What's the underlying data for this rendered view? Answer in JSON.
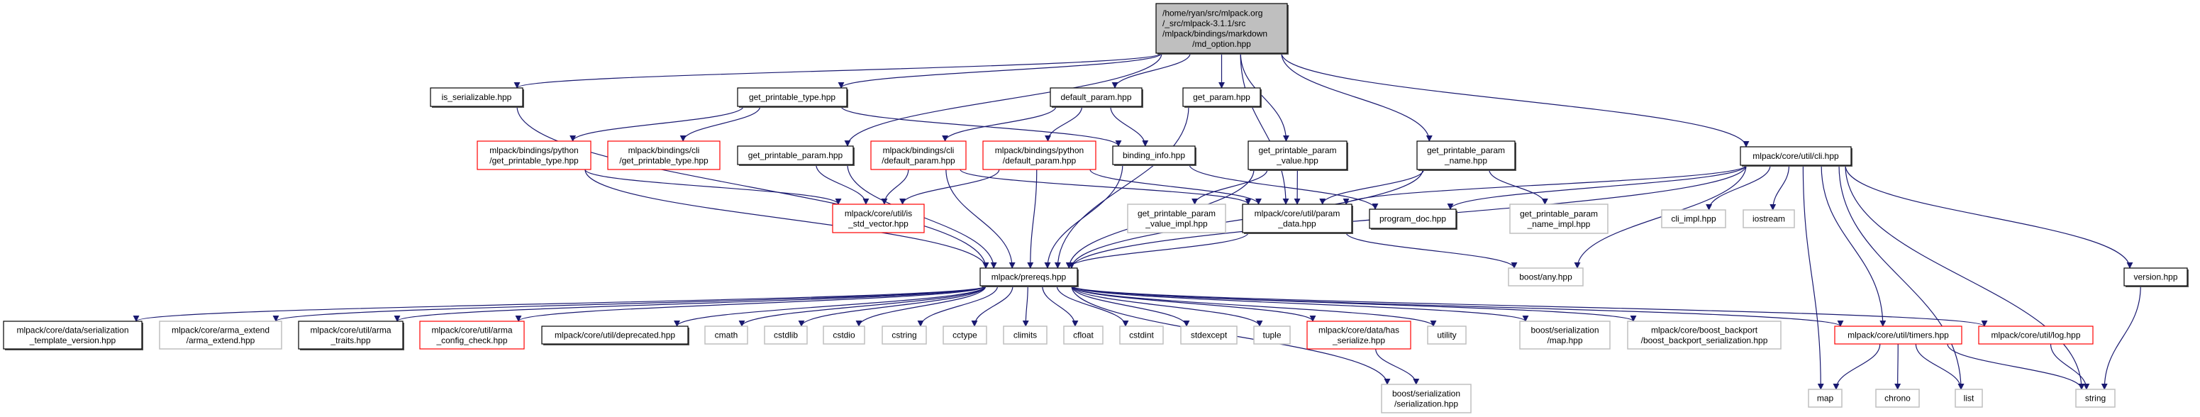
{
  "colors": {
    "edge": "#191970",
    "root_fill": "#bfbfbf",
    "documented_border": "#000000",
    "truncated_border": "#ff0000",
    "external_border": "#bfbfbf",
    "shadow": "#555555"
  },
  "nodes": [
    {
      "id": "main",
      "style": "root",
      "lines": [
        "/home/ryan/src/mlpack.org",
        "/_src/mlpack-3.1.1/src",
        "/mlpack/bindings/markdown",
        "/md_option.hpp"
      ]
    },
    {
      "id": "is_serializable",
      "style": "documented",
      "lines": [
        "is_serializable.hpp"
      ]
    },
    {
      "id": "gpt",
      "style": "documented",
      "lines": [
        "get_printable_type.hpp"
      ]
    },
    {
      "id": "default_param",
      "style": "documented",
      "lines": [
        "default_param.hpp"
      ]
    },
    {
      "id": "get_param",
      "style": "documented",
      "lines": [
        "get_param.hpp"
      ]
    },
    {
      "id": "py_gpt",
      "style": "truncated",
      "lines": [
        "mlpack/bindings/python",
        "/get_printable_type.hpp"
      ]
    },
    {
      "id": "cli_gpt",
      "style": "truncated",
      "lines": [
        "mlpack/bindings/cli",
        "/get_printable_type.hpp"
      ]
    },
    {
      "id": "gpp",
      "style": "documented",
      "lines": [
        "get_printable_param.hpp"
      ]
    },
    {
      "id": "cli_dp",
      "style": "truncated",
      "lines": [
        "mlpack/bindings/cli",
        "/default_param.hpp"
      ]
    },
    {
      "id": "py_dp",
      "style": "truncated",
      "lines": [
        "mlpack/bindings/python",
        "/default_param.hpp"
      ]
    },
    {
      "id": "binding_info",
      "style": "documented",
      "lines": [
        "binding_info.hpp"
      ]
    },
    {
      "id": "gppv",
      "style": "documented",
      "lines": [
        "get_printable_param",
        "_value.hpp"
      ]
    },
    {
      "id": "gppn",
      "style": "documented",
      "lines": [
        "get_printable_param",
        "_name.hpp"
      ]
    },
    {
      "id": "cli",
      "style": "documented",
      "lines": [
        "mlpack/core/util/cli.hpp"
      ]
    },
    {
      "id": "is_std_vector",
      "style": "truncated",
      "lines": [
        "mlpack/core/util/is",
        "_std_vector.hpp"
      ]
    },
    {
      "id": "gppv_impl",
      "style": "external",
      "lines": [
        "get_printable_param",
        "_value_impl.hpp"
      ]
    },
    {
      "id": "param_data",
      "style": "documented",
      "lines": [
        "mlpack/core/util/param",
        "_data.hpp"
      ]
    },
    {
      "id": "program_doc",
      "style": "documented",
      "lines": [
        "program_doc.hpp"
      ]
    },
    {
      "id": "gppn_impl",
      "style": "external",
      "lines": [
        "get_printable_param",
        "_name_impl.hpp"
      ]
    },
    {
      "id": "cli_impl",
      "style": "external",
      "lines": [
        "cli_impl.hpp"
      ]
    },
    {
      "id": "iostream",
      "style": "external",
      "lines": [
        "iostream"
      ]
    },
    {
      "id": "prereqs",
      "style": "documented",
      "lines": [
        "mlpack/prereqs.hpp"
      ]
    },
    {
      "id": "boost_any",
      "style": "external",
      "lines": [
        "boost/any.hpp"
      ]
    },
    {
      "id": "version",
      "style": "documented",
      "lines": [
        "version.hpp"
      ]
    },
    {
      "id": "stv",
      "style": "documented",
      "lines": [
        "mlpack/core/data/serialization",
        "_template_version.hpp"
      ]
    },
    {
      "id": "arma_extend",
      "style": "external",
      "lines": [
        "mlpack/core/arma_extend",
        "/arma_extend.hpp"
      ]
    },
    {
      "id": "arma_traits",
      "style": "documented",
      "lines": [
        "mlpack/core/util/arma",
        "_traits.hpp"
      ]
    },
    {
      "id": "arma_config",
      "style": "truncated",
      "lines": [
        "mlpack/core/util/arma",
        "_config_check.hpp"
      ]
    },
    {
      "id": "deprecated",
      "style": "documented",
      "lines": [
        "mlpack/core/util/deprecated.hpp"
      ]
    },
    {
      "id": "cmath",
      "style": "external",
      "lines": [
        "cmath"
      ]
    },
    {
      "id": "cstdlib",
      "style": "external",
      "lines": [
        "cstdlib"
      ]
    },
    {
      "id": "cstdio",
      "style": "external",
      "lines": [
        "cstdio"
      ]
    },
    {
      "id": "cstring",
      "style": "external",
      "lines": [
        "cstring"
      ]
    },
    {
      "id": "cctype",
      "style": "external",
      "lines": [
        "cctype"
      ]
    },
    {
      "id": "climits",
      "style": "external",
      "lines": [
        "climits"
      ]
    },
    {
      "id": "cfloat",
      "style": "external",
      "lines": [
        "cfloat"
      ]
    },
    {
      "id": "cstdint",
      "style": "external",
      "lines": [
        "cstdint"
      ]
    },
    {
      "id": "stdexcept",
      "style": "external",
      "lines": [
        "stdexcept"
      ]
    },
    {
      "id": "tuple",
      "style": "external",
      "lines": [
        "tuple"
      ]
    },
    {
      "id": "has_serialize",
      "style": "truncated",
      "lines": [
        "mlpack/core/data/has",
        "_serialize.hpp"
      ]
    },
    {
      "id": "utility",
      "style": "external",
      "lines": [
        "utility"
      ]
    },
    {
      "id": "ser_map",
      "style": "external",
      "lines": [
        "boost/serialization",
        "/map.hpp"
      ]
    },
    {
      "id": "backport",
      "style": "external",
      "lines": [
        "mlpack/core/boost_backport",
        "/boost_backport_serialization.hpp"
      ]
    },
    {
      "id": "timers",
      "style": "truncated",
      "lines": [
        "mlpack/core/util/timers.hpp"
      ]
    },
    {
      "id": "log",
      "style": "truncated",
      "lines": [
        "mlpack/core/util/log.hpp"
      ]
    },
    {
      "id": "ser_ser",
      "style": "external",
      "lines": [
        "boost/serialization",
        "/serialization.hpp"
      ]
    },
    {
      "id": "map",
      "style": "external",
      "lines": [
        "map"
      ]
    },
    {
      "id": "chrono",
      "style": "external",
      "lines": [
        "chrono"
      ]
    },
    {
      "id": "list",
      "style": "external",
      "lines": [
        "list"
      ]
    },
    {
      "id": "string",
      "style": "external",
      "lines": [
        "string"
      ]
    }
  ],
  "edges": [
    [
      "main",
      "is_serializable"
    ],
    [
      "main",
      "gpt"
    ],
    [
      "main",
      "gpp"
    ],
    [
      "main",
      "default_param"
    ],
    [
      "main",
      "get_param"
    ],
    [
      "main",
      "gppv"
    ],
    [
      "main",
      "param_data"
    ],
    [
      "main",
      "gppn"
    ],
    [
      "main",
      "cli"
    ],
    [
      "gpt",
      "py_gpt"
    ],
    [
      "gpt",
      "cli_gpt"
    ],
    [
      "gpt",
      "binding_info"
    ],
    [
      "default_param",
      "cli_dp"
    ],
    [
      "default_param",
      "py_dp"
    ],
    [
      "default_param",
      "binding_info"
    ],
    [
      "is_serializable",
      "prereqs"
    ],
    [
      "py_gpt",
      "is_std_vector"
    ],
    [
      "py_gpt",
      "prereqs"
    ],
    [
      "gpp",
      "is_std_vector"
    ],
    [
      "gpp",
      "prereqs"
    ],
    [
      "cli_dp",
      "is_std_vector"
    ],
    [
      "cli_dp",
      "prereqs"
    ],
    [
      "cli_dp",
      "param_data"
    ],
    [
      "py_dp",
      "is_std_vector"
    ],
    [
      "py_dp",
      "prereqs"
    ],
    [
      "py_dp",
      "param_data"
    ],
    [
      "binding_info",
      "prereqs"
    ],
    [
      "binding_info",
      "program_doc"
    ],
    [
      "get_param",
      "prereqs"
    ],
    [
      "gppv",
      "gppv_impl"
    ],
    [
      "gppv",
      "param_data"
    ],
    [
      "gppv",
      "prereqs"
    ],
    [
      "gppn",
      "gppn_impl"
    ],
    [
      "gppn",
      "param_data"
    ],
    [
      "gppn",
      "prereqs"
    ],
    [
      "cli",
      "param_data"
    ],
    [
      "cli",
      "program_doc"
    ],
    [
      "cli",
      "cli_impl"
    ],
    [
      "cli",
      "iostream"
    ],
    [
      "cli",
      "boost_any"
    ],
    [
      "cli",
      "prereqs"
    ],
    [
      "cli",
      "map"
    ],
    [
      "cli",
      "timers"
    ],
    [
      "cli",
      "list"
    ],
    [
      "cli",
      "string"
    ],
    [
      "cli",
      "version"
    ],
    [
      "param_data",
      "prereqs"
    ],
    [
      "param_data",
      "boost_any"
    ],
    [
      "prereqs",
      "stv"
    ],
    [
      "prereqs",
      "arma_extend"
    ],
    [
      "prereqs",
      "arma_traits"
    ],
    [
      "prereqs",
      "arma_config"
    ],
    [
      "prereqs",
      "deprecated"
    ],
    [
      "prereqs",
      "cmath"
    ],
    [
      "prereqs",
      "cstdlib"
    ],
    [
      "prereqs",
      "cstdio"
    ],
    [
      "prereqs",
      "cstring"
    ],
    [
      "prereqs",
      "cctype"
    ],
    [
      "prereqs",
      "climits"
    ],
    [
      "prereqs",
      "cfloat"
    ],
    [
      "prereqs",
      "cstdint"
    ],
    [
      "prereqs",
      "stdexcept"
    ],
    [
      "prereqs",
      "tuple"
    ],
    [
      "prereqs",
      "has_serialize"
    ],
    [
      "prereqs",
      "utility"
    ],
    [
      "prereqs",
      "ser_map"
    ],
    [
      "prereqs",
      "backport"
    ],
    [
      "prereqs",
      "timers"
    ],
    [
      "prereqs",
      "log"
    ],
    [
      "prereqs",
      "ser_ser"
    ],
    [
      "has_serialize",
      "ser_ser"
    ],
    [
      "timers",
      "map"
    ],
    [
      "timers",
      "chrono"
    ],
    [
      "timers",
      "list"
    ],
    [
      "timers",
      "string"
    ],
    [
      "log",
      "string"
    ],
    [
      "version",
      "string"
    ]
  ]
}
